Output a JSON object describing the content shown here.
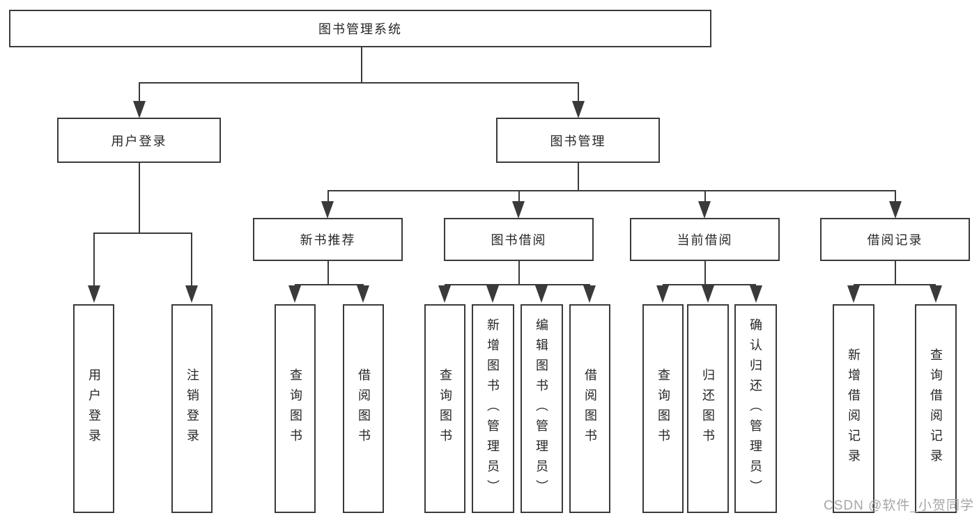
{
  "diagram": {
    "title": "图书管理系统",
    "branches": [
      {
        "label": "用户登录",
        "children": [
          {
            "label": "用户登录"
          },
          {
            "label": "注销登录"
          }
        ]
      },
      {
        "label": "图书管理",
        "children": [
          {
            "label": "新书推荐",
            "children": [
              {
                "label": "查询图书"
              },
              {
                "label": "借阅图书"
              }
            ]
          },
          {
            "label": "图书借阅",
            "children": [
              {
                "label": "查询图书"
              },
              {
                "label": "新增图书（管理员）"
              },
              {
                "label": "编辑图书（管理员）"
              },
              {
                "label": "借阅图书"
              }
            ]
          },
          {
            "label": "当前借阅",
            "children": [
              {
                "label": "查询图书"
              },
              {
                "label": "归还图书"
              },
              {
                "label": "确认归还（管理员）"
              }
            ]
          },
          {
            "label": "借阅记录",
            "children": [
              {
                "label": "新增借阅记录"
              },
              {
                "label": "查询借阅记录"
              }
            ]
          }
        ]
      }
    ]
  },
  "watermark": "CSDN @软件_小贺同学",
  "colors": {
    "line": "#3a3a3a",
    "box_border": "#3a3a3a",
    "text": "#262626",
    "watermark": "#a6a6a6",
    "background": "#ffffff"
  }
}
